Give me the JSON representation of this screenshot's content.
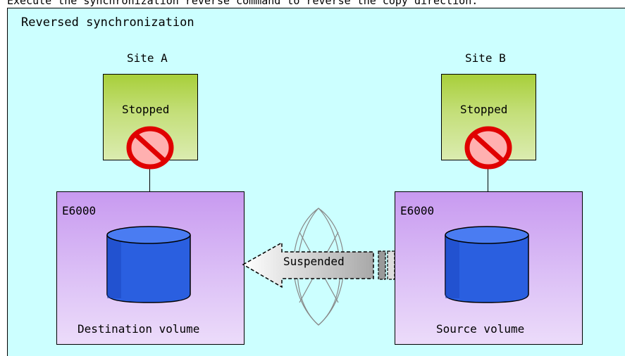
{
  "header_text": "Execute the synchronization reverse command to reverse the copy direction.",
  "title": "Reversed synchronization",
  "site_a": {
    "label": "Site A",
    "server_status": "Stopped",
    "storage_label": "E6000",
    "volume_label": "Destination volume"
  },
  "site_b": {
    "label": "Site B",
    "server_status": "Stopped",
    "storage_label": "E6000",
    "volume_label": "Source volume"
  },
  "link": {
    "status": "Suspended"
  },
  "colors": {
    "background": "#ccffff",
    "server_fill": "#a8cf3a",
    "storage_fill": "#c89af0",
    "volume_fill": "#2255d8",
    "prohibited": "#e00000"
  },
  "icons": [
    "prohibited-icon",
    "disk-cylinder-icon",
    "left-arrow-icon",
    "link-ring-icon"
  ]
}
